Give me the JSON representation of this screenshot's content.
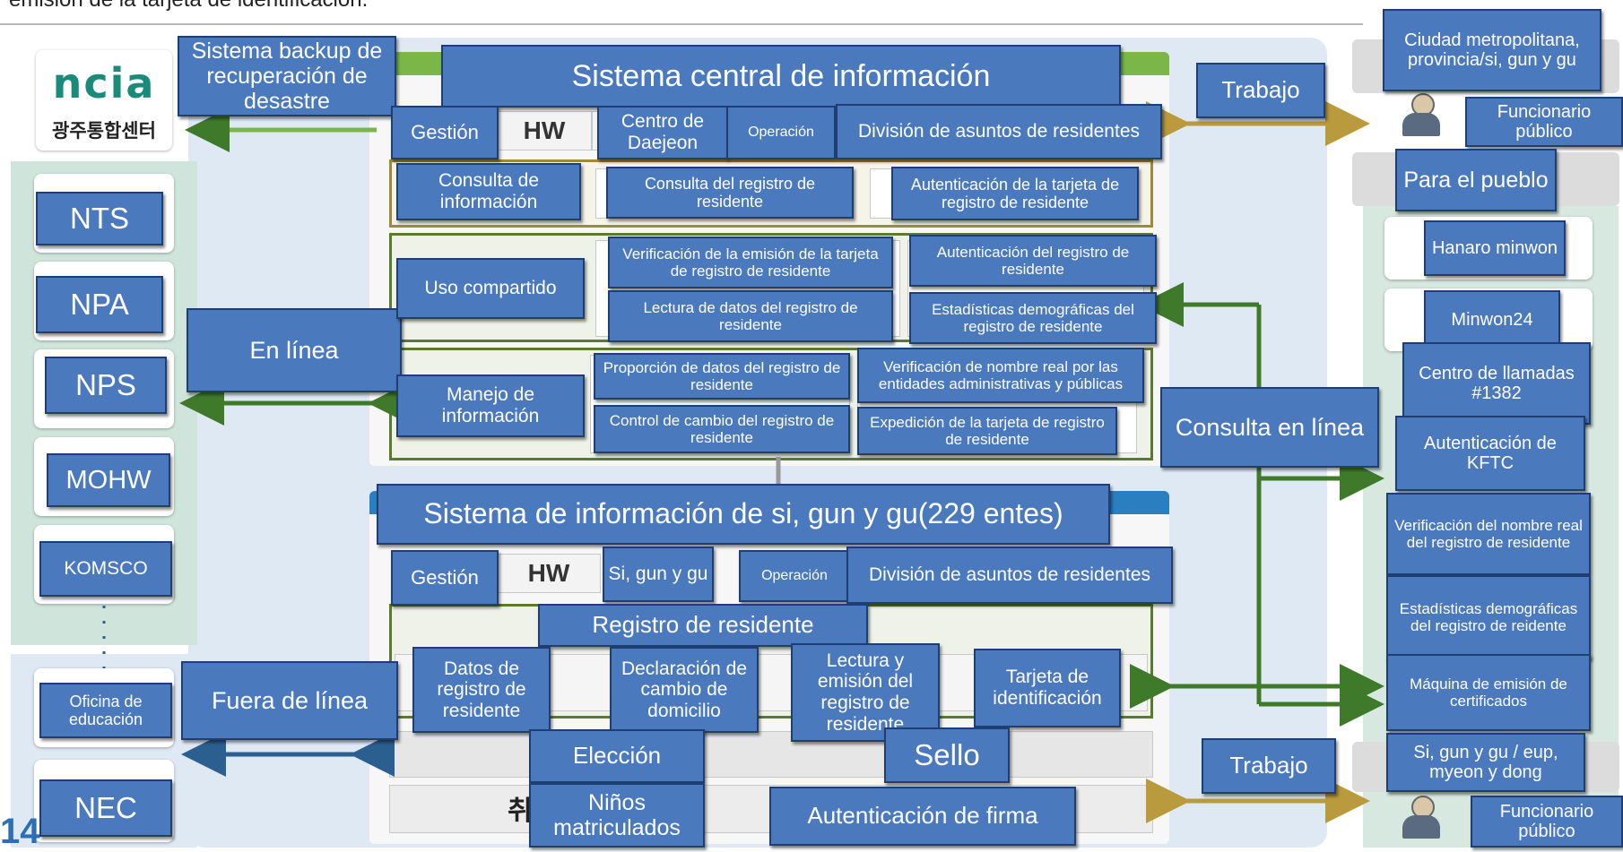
{
  "top_text": "emisión de la tarjeta de identificación.",
  "ncia": {
    "logo": "ncia",
    "subtitle": "광주통합센터"
  },
  "left_agencies": [
    "NTS",
    "NPA",
    "NPS",
    "MOHW",
    "KOMSCO"
  ],
  "left_offline": [
    "Oficina de educación",
    "NEC"
  ],
  "page_number": "14",
  "labels": {
    "backup": "Sistema backup de recuperación de desastre",
    "central_title": "Sistema central de información",
    "gestion": "Gestión",
    "hw": "HW",
    "daejeon": "Centro de Daejeon",
    "operacion": "Operación",
    "division": "División de asuntos de residentes",
    "consulta_info": "Consulta de información",
    "consulta_registro": "Consulta del registro de residente",
    "autenticacion_tarjeta": "Autenticación de la tarjeta de registro de residente",
    "uso_compartido": "Uso compartido",
    "verificacion_emision": "Verificación de la emisión de la tarjeta de registro de residente",
    "autenticacion_registro": "Autenticación del registro de residente",
    "lectura_datos": "Lectura de datos del registro de residente",
    "estadisticas": "Estadísticas demográficas del registro de residente",
    "en_linea": "En línea",
    "manejo": "Manejo de información",
    "proporcion": "Proporción de datos del registro de residente",
    "verificacion_nombre": "Verificación de nombre real por las entidades administrativas y públicas",
    "control_cambio": "Control de cambio del registro de residente",
    "expedicion": "Expedición de la tarjeta de registro de residente",
    "sigungu_title": "Sistema de información de si, gun y gu(229 entes)",
    "gestion2": "Gestión",
    "hw2": "HW",
    "sigungu": "Si, gun y gu",
    "operacion2": "Operación",
    "division2": "División de asuntos de residentes",
    "registro": "Registro de residente",
    "datos_registro": "Datos de registro de residente",
    "declaracion": "Declaración de cambio de domicilio",
    "lectura_emision": "Lectura y emisión del registro de residente",
    "tarjeta_id": "Tarjeta de identificación",
    "fuera_linea": "Fuera de línea",
    "eleccion": "Elección",
    "sello": "Sello",
    "ninos": "Niños matriculados",
    "autenticacion_firma": "Autenticación de firma",
    "kor_char": "취",
    "trabajo_top": "Trabajo",
    "trabajo_bottom": "Trabajo",
    "consulta_linea": "Consulta en línea",
    "ciudad": "Ciudad metropolitana, provincia/si, gun y gu",
    "funcionario_top": "Funcionario público",
    "para_pueblo": "Para el pueblo",
    "hanaro": "Hanaro minwon",
    "minwon24": "Minwon24",
    "call_center": "Centro de llamadas #1382",
    "kftc": "Autenticación de KFTC",
    "verif_nombre_registro": "Verificación del nombre real del registro de residente",
    "estadisticas_reidente": "Estadísticas demográficas del registro de reidente",
    "maquina": "Máquina de emisión de certificados",
    "sigungu_eup": "Si, gun y gu / eup, myeon y dong",
    "funcionario_bottom": "Funcionario público"
  },
  "colors": {
    "label_fill": "#4a79bd",
    "label_border": "#1f3f73",
    "green_accent": "#7ab648",
    "arrow_green": "#3f7a2a",
    "arrow_gold": "#b99a3c",
    "arrow_blue": "#2b5f8f"
  }
}
